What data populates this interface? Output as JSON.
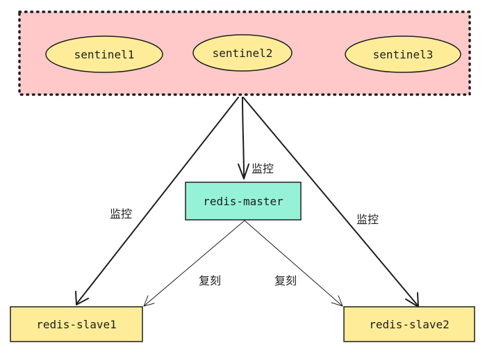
{
  "sentinel_group": {
    "fill": "#ffc9c9",
    "sentinels": [
      "sentinel1",
      "sentinel2",
      "sentinel3"
    ],
    "sentinel_fill": "#ffec99"
  },
  "master": {
    "label": "redis-master",
    "fill": "#96f2d7"
  },
  "slaves": [
    {
      "label": "redis-slave1",
      "fill": "#ffec99"
    },
    {
      "label": "redis-slave2",
      "fill": "#ffec99"
    }
  ],
  "edges": {
    "monitor_master": "监控",
    "monitor_slave1": "监控",
    "monitor_slave2": "监控",
    "replicate_slave1": "复刻",
    "replicate_slave2": "复刻"
  }
}
